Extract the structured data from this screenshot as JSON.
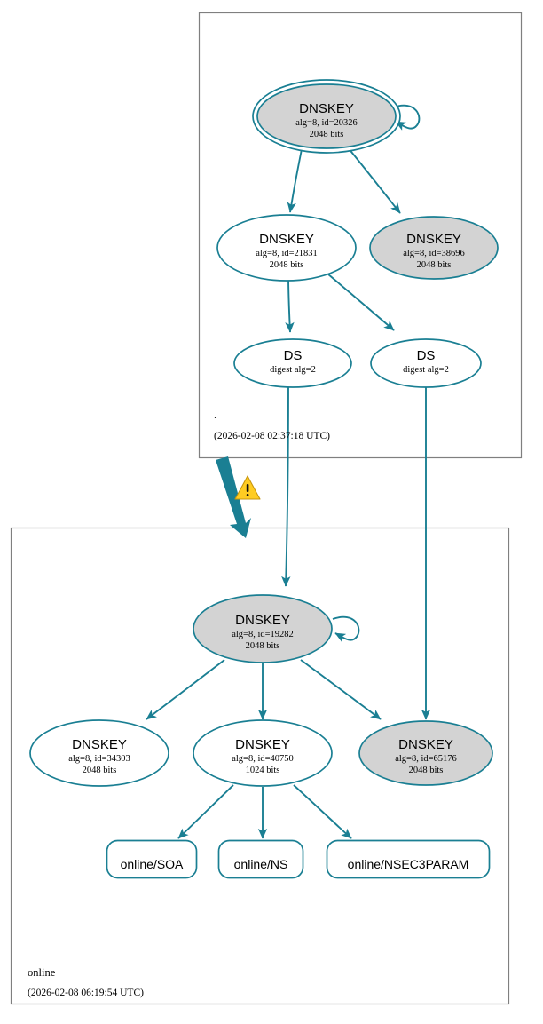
{
  "diagram": {
    "type": "dnssec-authentication-chain",
    "colors": {
      "edge": "#1a7f93",
      "node_border": "#1a7f93",
      "secure_fill": "#d3d3d3",
      "insecure_fill": "#ffffff",
      "zone_border": "#7f7f7f",
      "warning": "#ffcc22"
    }
  },
  "zones": [
    {
      "id": "root",
      "label": ".",
      "timestamp": "(2026-02-08 02:37:18 UTC)"
    },
    {
      "id": "online",
      "label": "online",
      "timestamp": "(2026-02-08 06:19:54 UTC)"
    }
  ],
  "nodes": [
    {
      "id": "dnskey-20326",
      "zone": "root",
      "shape": "doubleellipse",
      "fill": "gray",
      "title": "DNSKEY",
      "line2": "alg=8, id=20326",
      "line3": "2048 bits",
      "self_signed": true
    },
    {
      "id": "dnskey-21831",
      "zone": "root",
      "shape": "ellipse",
      "fill": "white",
      "title": "DNSKEY",
      "line2": "alg=8, id=21831",
      "line3": "2048 bits",
      "self_signed": false
    },
    {
      "id": "dnskey-38696",
      "zone": "root",
      "shape": "ellipse",
      "fill": "gray",
      "title": "DNSKEY",
      "line2": "alg=8, id=38696",
      "line3": "2048 bits",
      "self_signed": false
    },
    {
      "id": "ds-left",
      "zone": "root",
      "shape": "ellipse",
      "fill": "white",
      "title": "DS",
      "line2": "digest alg=2",
      "line3": "",
      "self_signed": false
    },
    {
      "id": "ds-right",
      "zone": "root",
      "shape": "ellipse",
      "fill": "white",
      "title": "DS",
      "line2": "digest alg=2",
      "line3": "",
      "self_signed": false
    },
    {
      "id": "dnskey-19282",
      "zone": "online",
      "shape": "ellipse",
      "fill": "gray",
      "title": "DNSKEY",
      "line2": "alg=8, id=19282",
      "line3": "2048 bits",
      "self_signed": true
    },
    {
      "id": "dnskey-34303",
      "zone": "online",
      "shape": "ellipse",
      "fill": "white",
      "title": "DNSKEY",
      "line2": "alg=8, id=34303",
      "line3": "2048 bits",
      "self_signed": false
    },
    {
      "id": "dnskey-40750",
      "zone": "online",
      "shape": "ellipse",
      "fill": "white",
      "title": "DNSKEY",
      "line2": "alg=8, id=40750",
      "line3": "1024 bits",
      "self_signed": false
    },
    {
      "id": "dnskey-65176",
      "zone": "online",
      "shape": "ellipse",
      "fill": "gray",
      "title": "DNSKEY",
      "line2": "alg=8, id=65176",
      "line3": "2048 bits",
      "self_signed": false
    }
  ],
  "rrsets": [
    {
      "id": "soa",
      "zone": "online",
      "label": "online/SOA"
    },
    {
      "id": "ns",
      "zone": "online",
      "label": "online/NS"
    },
    {
      "id": "nsec3param",
      "zone": "online",
      "label": "online/NSEC3PARAM"
    }
  ],
  "edges": [
    {
      "from": "dnskey-20326",
      "to": "dnskey-20326",
      "kind": "self-loop"
    },
    {
      "from": "dnskey-20326",
      "to": "dnskey-21831",
      "kind": "sign"
    },
    {
      "from": "dnskey-20326",
      "to": "dnskey-38696",
      "kind": "sign"
    },
    {
      "from": "dnskey-21831",
      "to": "ds-left",
      "kind": "sign"
    },
    {
      "from": "dnskey-21831",
      "to": "ds-right",
      "kind": "sign"
    },
    {
      "from": "ds-left",
      "to": "dnskey-19282",
      "kind": "delegate"
    },
    {
      "from": "ds-right",
      "to": "dnskey-65176",
      "kind": "delegate"
    },
    {
      "from": "root",
      "to": "online",
      "kind": "zone-delegation-warning"
    },
    {
      "from": "dnskey-19282",
      "to": "dnskey-19282",
      "kind": "self-loop"
    },
    {
      "from": "dnskey-19282",
      "to": "dnskey-34303",
      "kind": "sign"
    },
    {
      "from": "dnskey-19282",
      "to": "dnskey-40750",
      "kind": "sign"
    },
    {
      "from": "dnskey-19282",
      "to": "dnskey-65176",
      "kind": "sign"
    },
    {
      "from": "dnskey-40750",
      "to": "soa",
      "kind": "sign"
    },
    {
      "from": "dnskey-40750",
      "to": "ns",
      "kind": "sign"
    },
    {
      "from": "dnskey-40750",
      "to": "nsec3param",
      "kind": "sign"
    }
  ],
  "warning": {
    "id": "delegation-warning",
    "icon": "warning-triangle-icon",
    "symbol": "!"
  }
}
